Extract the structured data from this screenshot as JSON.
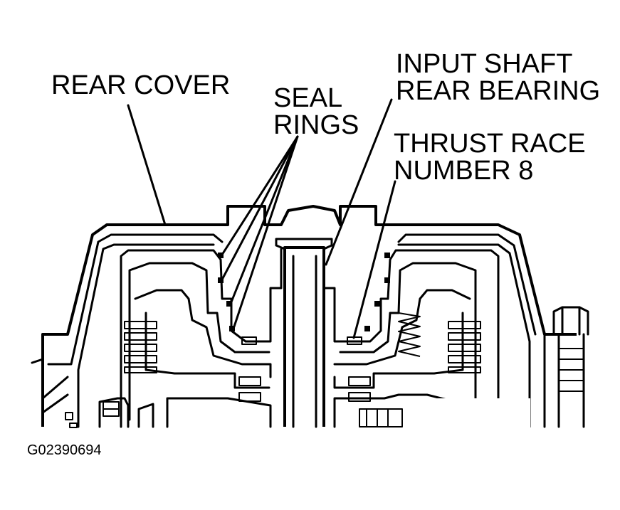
{
  "labels": {
    "rear_cover": "REAR COVER",
    "seal_rings_line1": "SEAL",
    "seal_rings_line2": "RINGS",
    "input_shaft_line1": "INPUT SHAFT",
    "input_shaft_line2": "REAR BEARING",
    "thrust_race_line1": "THRUST RACE",
    "thrust_race_line2": "NUMBER 8"
  },
  "figure_code": "G02390694",
  "colors": {
    "ink": "#000000",
    "paper": "#ffffff"
  }
}
